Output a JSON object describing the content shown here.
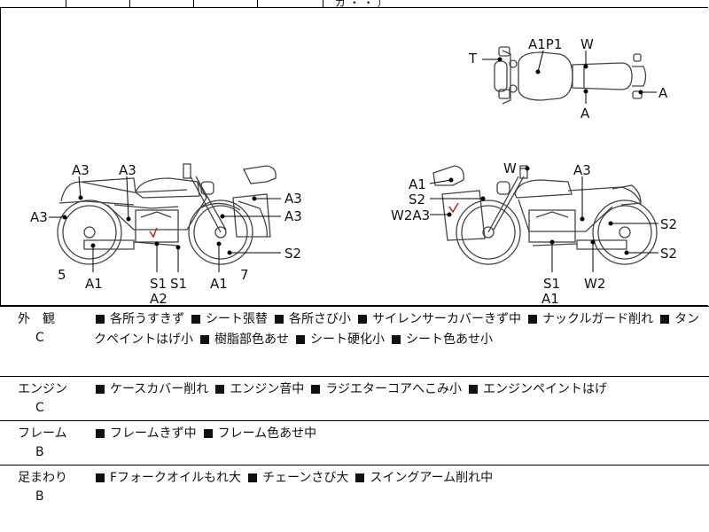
{
  "header": {
    "partial_text": "ガ ・ ・ ）"
  },
  "diagram": {
    "top_view": {
      "labels": [
        "A1P1",
        "W",
        "T",
        "A",
        "A"
      ]
    },
    "left_view": {
      "labels": [
        "A3",
        "A3",
        "A3",
        "A3",
        "A3",
        "5",
        "A1",
        "S1",
        "S1",
        "A2",
        "A1",
        "7",
        "S2"
      ]
    },
    "right_view": {
      "labels": [
        "W",
        "A3",
        "A1",
        "S2",
        "W2A3",
        "S2",
        "S2",
        "S1",
        "A1",
        "W2"
      ]
    }
  },
  "sections": [
    {
      "label": "外　観",
      "grade": "C",
      "items": [
        "各所うすきず",
        "シート張替",
        "各所さび小",
        "サイレンサーカバーきず中",
        "ナックルガード削れ",
        "タンクペイントはげ小",
        "樹脂部色あせ",
        "シート硬化小",
        "シート色あせ小"
      ]
    },
    {
      "label": "エンジン",
      "grade": "C",
      "items": [
        "ケースカバー削れ",
        "エンジン音中",
        "ラジエターコアへこみ小",
        "エンジンペイントはげ"
      ]
    },
    {
      "label": "フレーム",
      "grade": "B",
      "items": [
        "フレームきず中",
        "フレーム色あせ中"
      ]
    },
    {
      "label": "足まわり",
      "grade": "B",
      "items": [
        "Fフォークオイルもれ大",
        "チェーンさび大",
        "スイングアーム削れ中"
      ]
    }
  ]
}
